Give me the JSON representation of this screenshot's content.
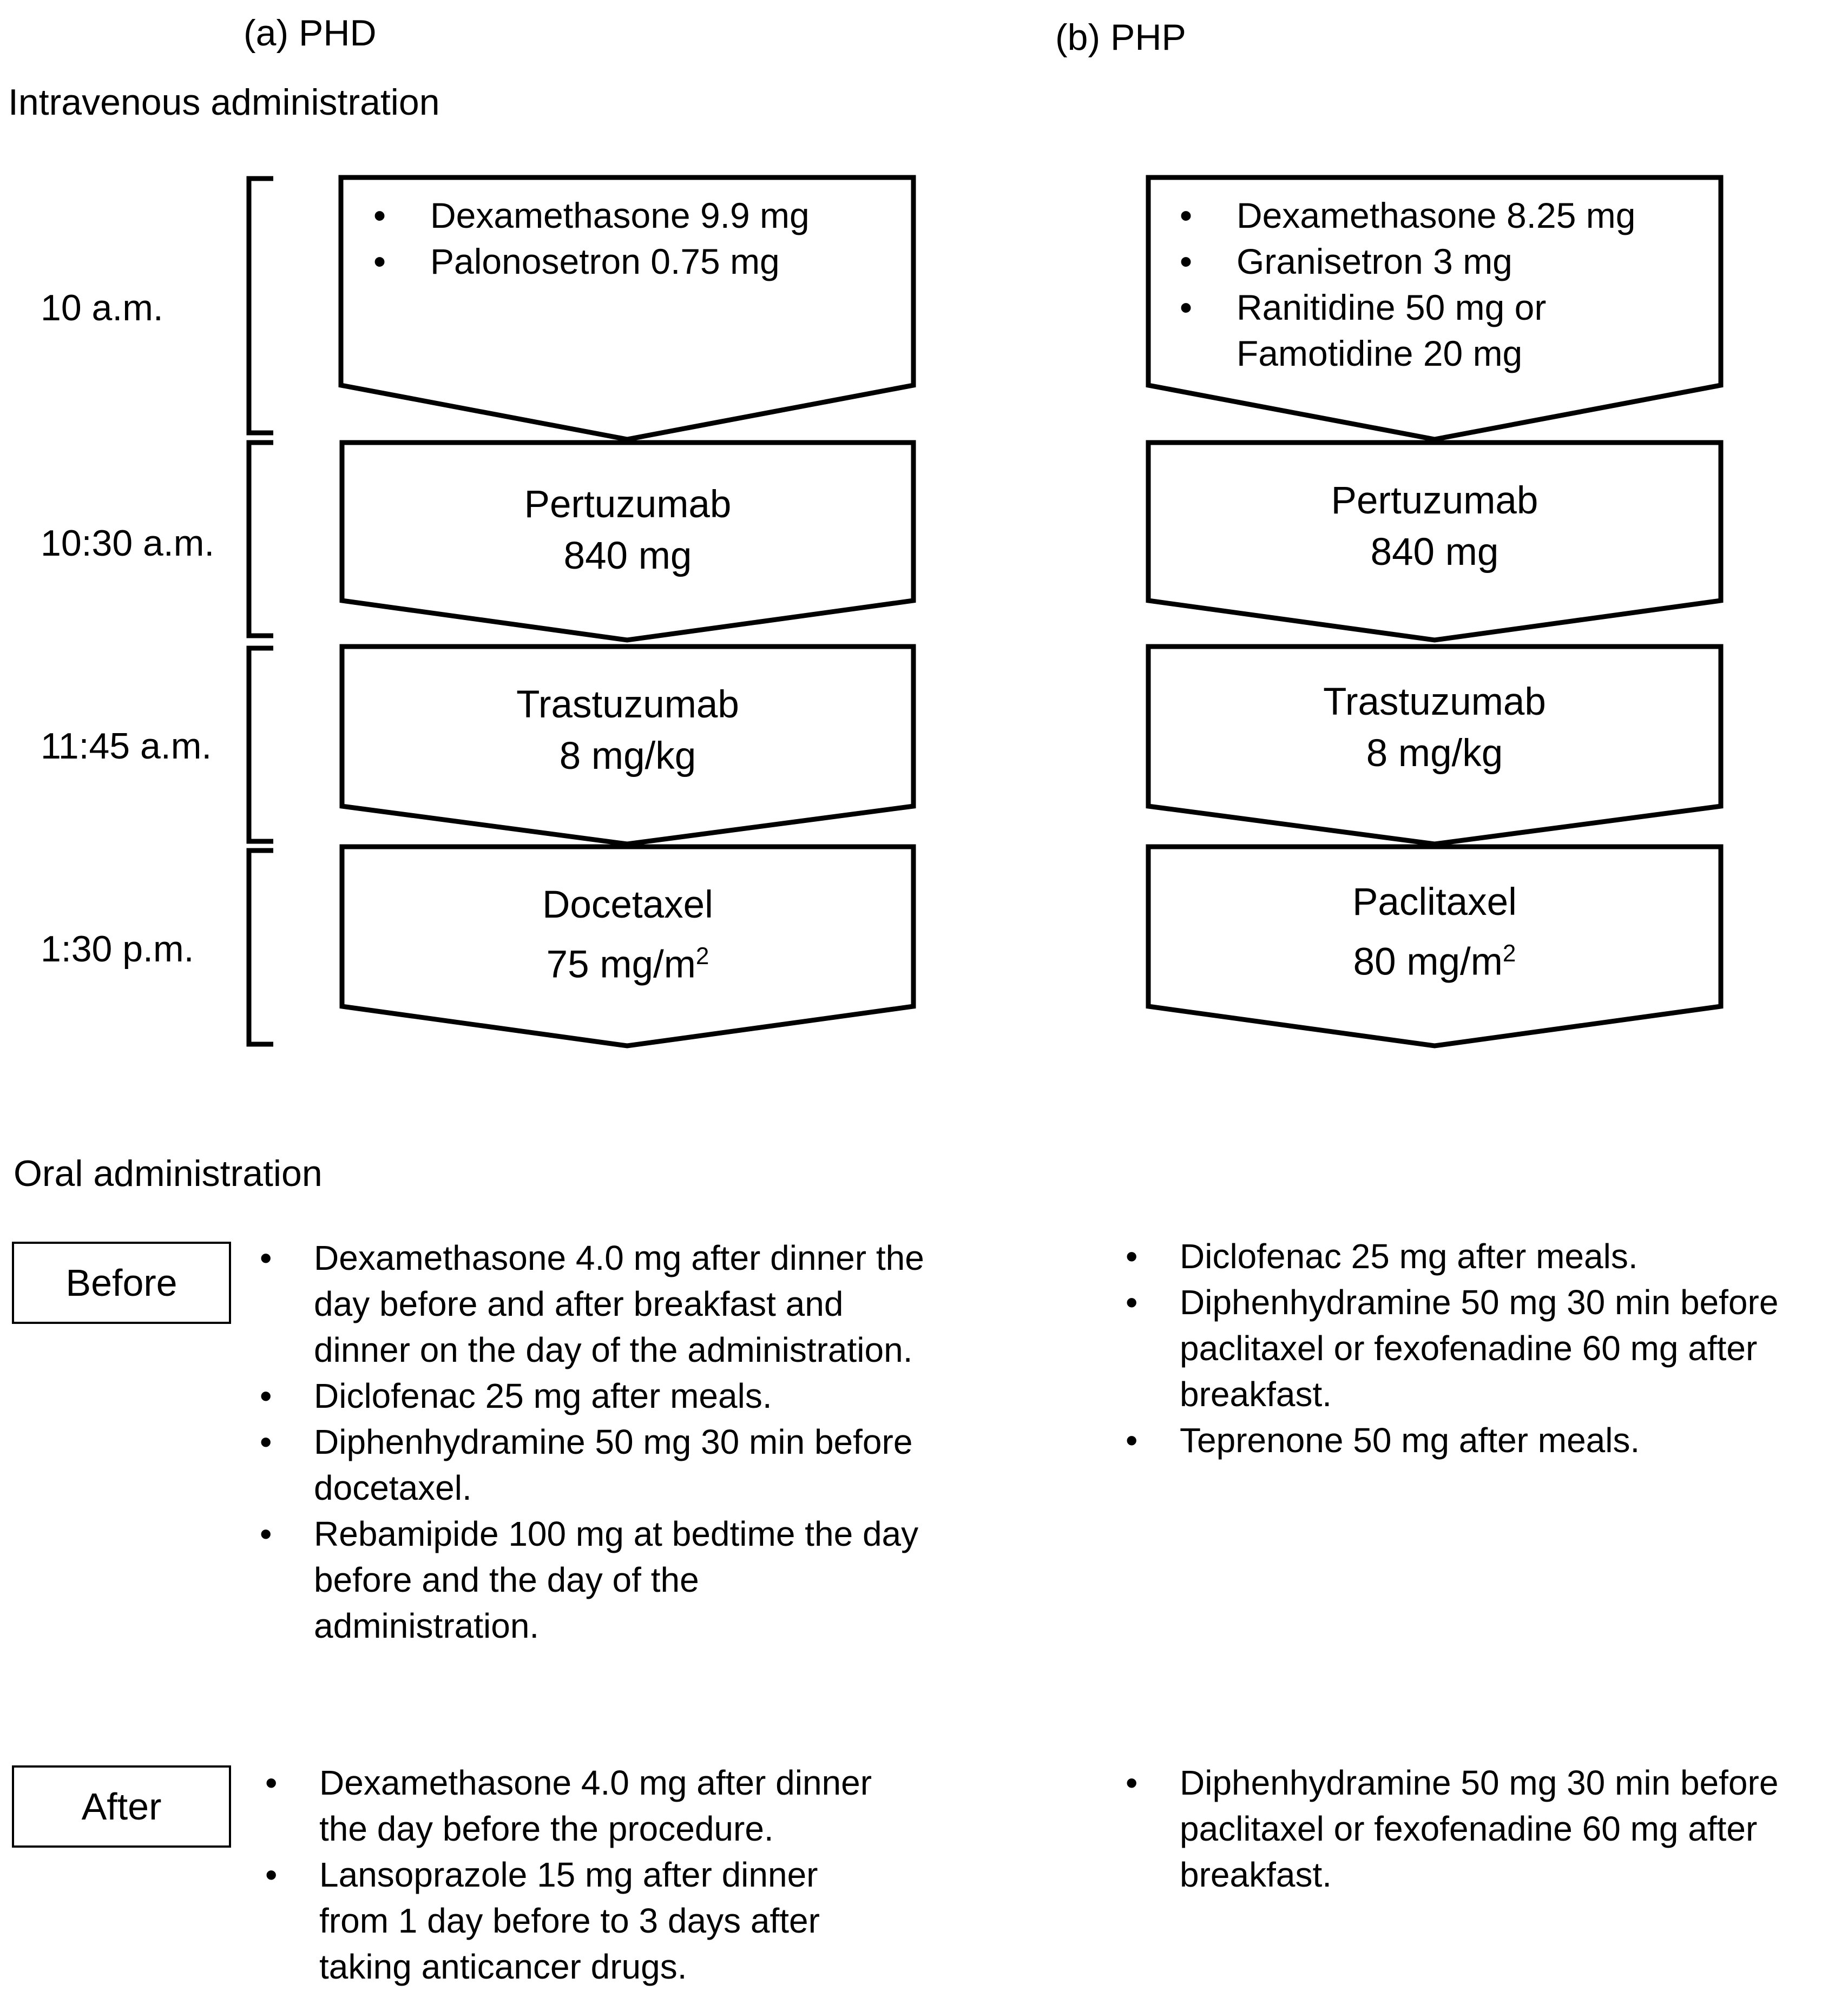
{
  "titles": {
    "phd": "(a) PHD",
    "php": "(b) PHP",
    "intravenous": "Intravenous administration",
    "oral": "Oral administration"
  },
  "times": [
    "10 a.m.",
    "10:30 a.m.",
    "11:45 a.m.",
    "1:30 p.m."
  ],
  "phd_steps": {
    "premed": [
      "Dexamethasone 9.9 mg",
      "Palonosetron 0.75 mg"
    ],
    "pertuzumab": {
      "name": "Pertuzumab",
      "dose": "840 mg"
    },
    "trastuzumab": {
      "name": "Trastuzumab",
      "dose": "8 mg/kg"
    },
    "taxane": {
      "name": "Docetaxel",
      "dose": "75 mg/m",
      "sup": "2"
    }
  },
  "php_steps": {
    "premed": [
      "Dexamethasone 8.25 mg",
      "Granisetron 3 mg",
      "Ranitidine 50 mg or",
      "Famotidine 20 mg"
    ],
    "pertuzumab": {
      "name": "Pertuzumab",
      "dose": "840 mg"
    },
    "trastuzumab": {
      "name": "Trastuzumab",
      "dose": "8 mg/kg"
    },
    "taxane": {
      "name": "Paclitaxel",
      "dose": "80 mg/m",
      "sup": "2"
    }
  },
  "oral": {
    "before_label": "Before",
    "after_label": "After",
    "phd_before": [
      [
        "Dexamethasone 4.0 mg after dinner the",
        "day before and after breakfast and",
        "dinner on the day of the administration."
      ],
      [
        "Diclofenac 25 mg after meals."
      ],
      [
        "Diphenhydramine 50 mg 30 min before",
        "docetaxel."
      ],
      [
        "Rebamipide 100 mg at bedtime the day",
        "before and the day of the",
        "administration."
      ]
    ],
    "php_before": [
      [
        "Diclofenac 25 mg after meals."
      ],
      [
        "Diphenhydramine 50 mg 30 min before",
        "paclitaxel or fexofenadine 60 mg after",
        "breakfast."
      ],
      [
        "Teprenone 50 mg after meals."
      ]
    ],
    "phd_after": [
      [
        "Dexamethasone 4.0 mg after dinner",
        "the day before the procedure."
      ],
      [
        "Lansoprazole 15 mg after dinner",
        "from 1 day before to 3 days after",
        "taking anticancer drugs."
      ]
    ],
    "php_after": [
      [
        "Diphenhydramine 50 mg 30 min before",
        "paclitaxel or fexofenadine 60 mg after",
        "breakfast."
      ]
    ]
  }
}
